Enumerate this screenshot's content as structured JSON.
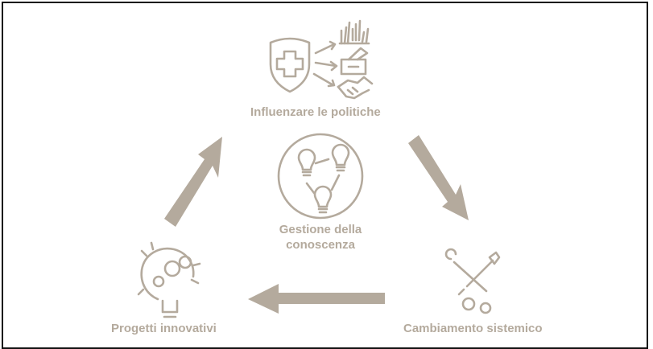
{
  "nodes": {
    "top": "Influenzare le politiche",
    "center_line1": "Gestione della",
    "center_line2": "conoscenza",
    "bottom_left": "Progetti innovativi",
    "bottom_right": "Cambiamento sistemico"
  },
  "colors": {
    "icon": "#b4aa9d",
    "arrow": "#b4aa9d",
    "border": "#111111",
    "background": "#ffffff"
  },
  "icons": [
    "swiss-shield-icon",
    "raised-hands-icon",
    "ballot-box-icon",
    "handshake-icon",
    "lightbulb-network-icon",
    "innovation-head-gears-icon",
    "tools-gears-icon"
  ],
  "arrows": [
    "up-right",
    "down-right",
    "left"
  ]
}
